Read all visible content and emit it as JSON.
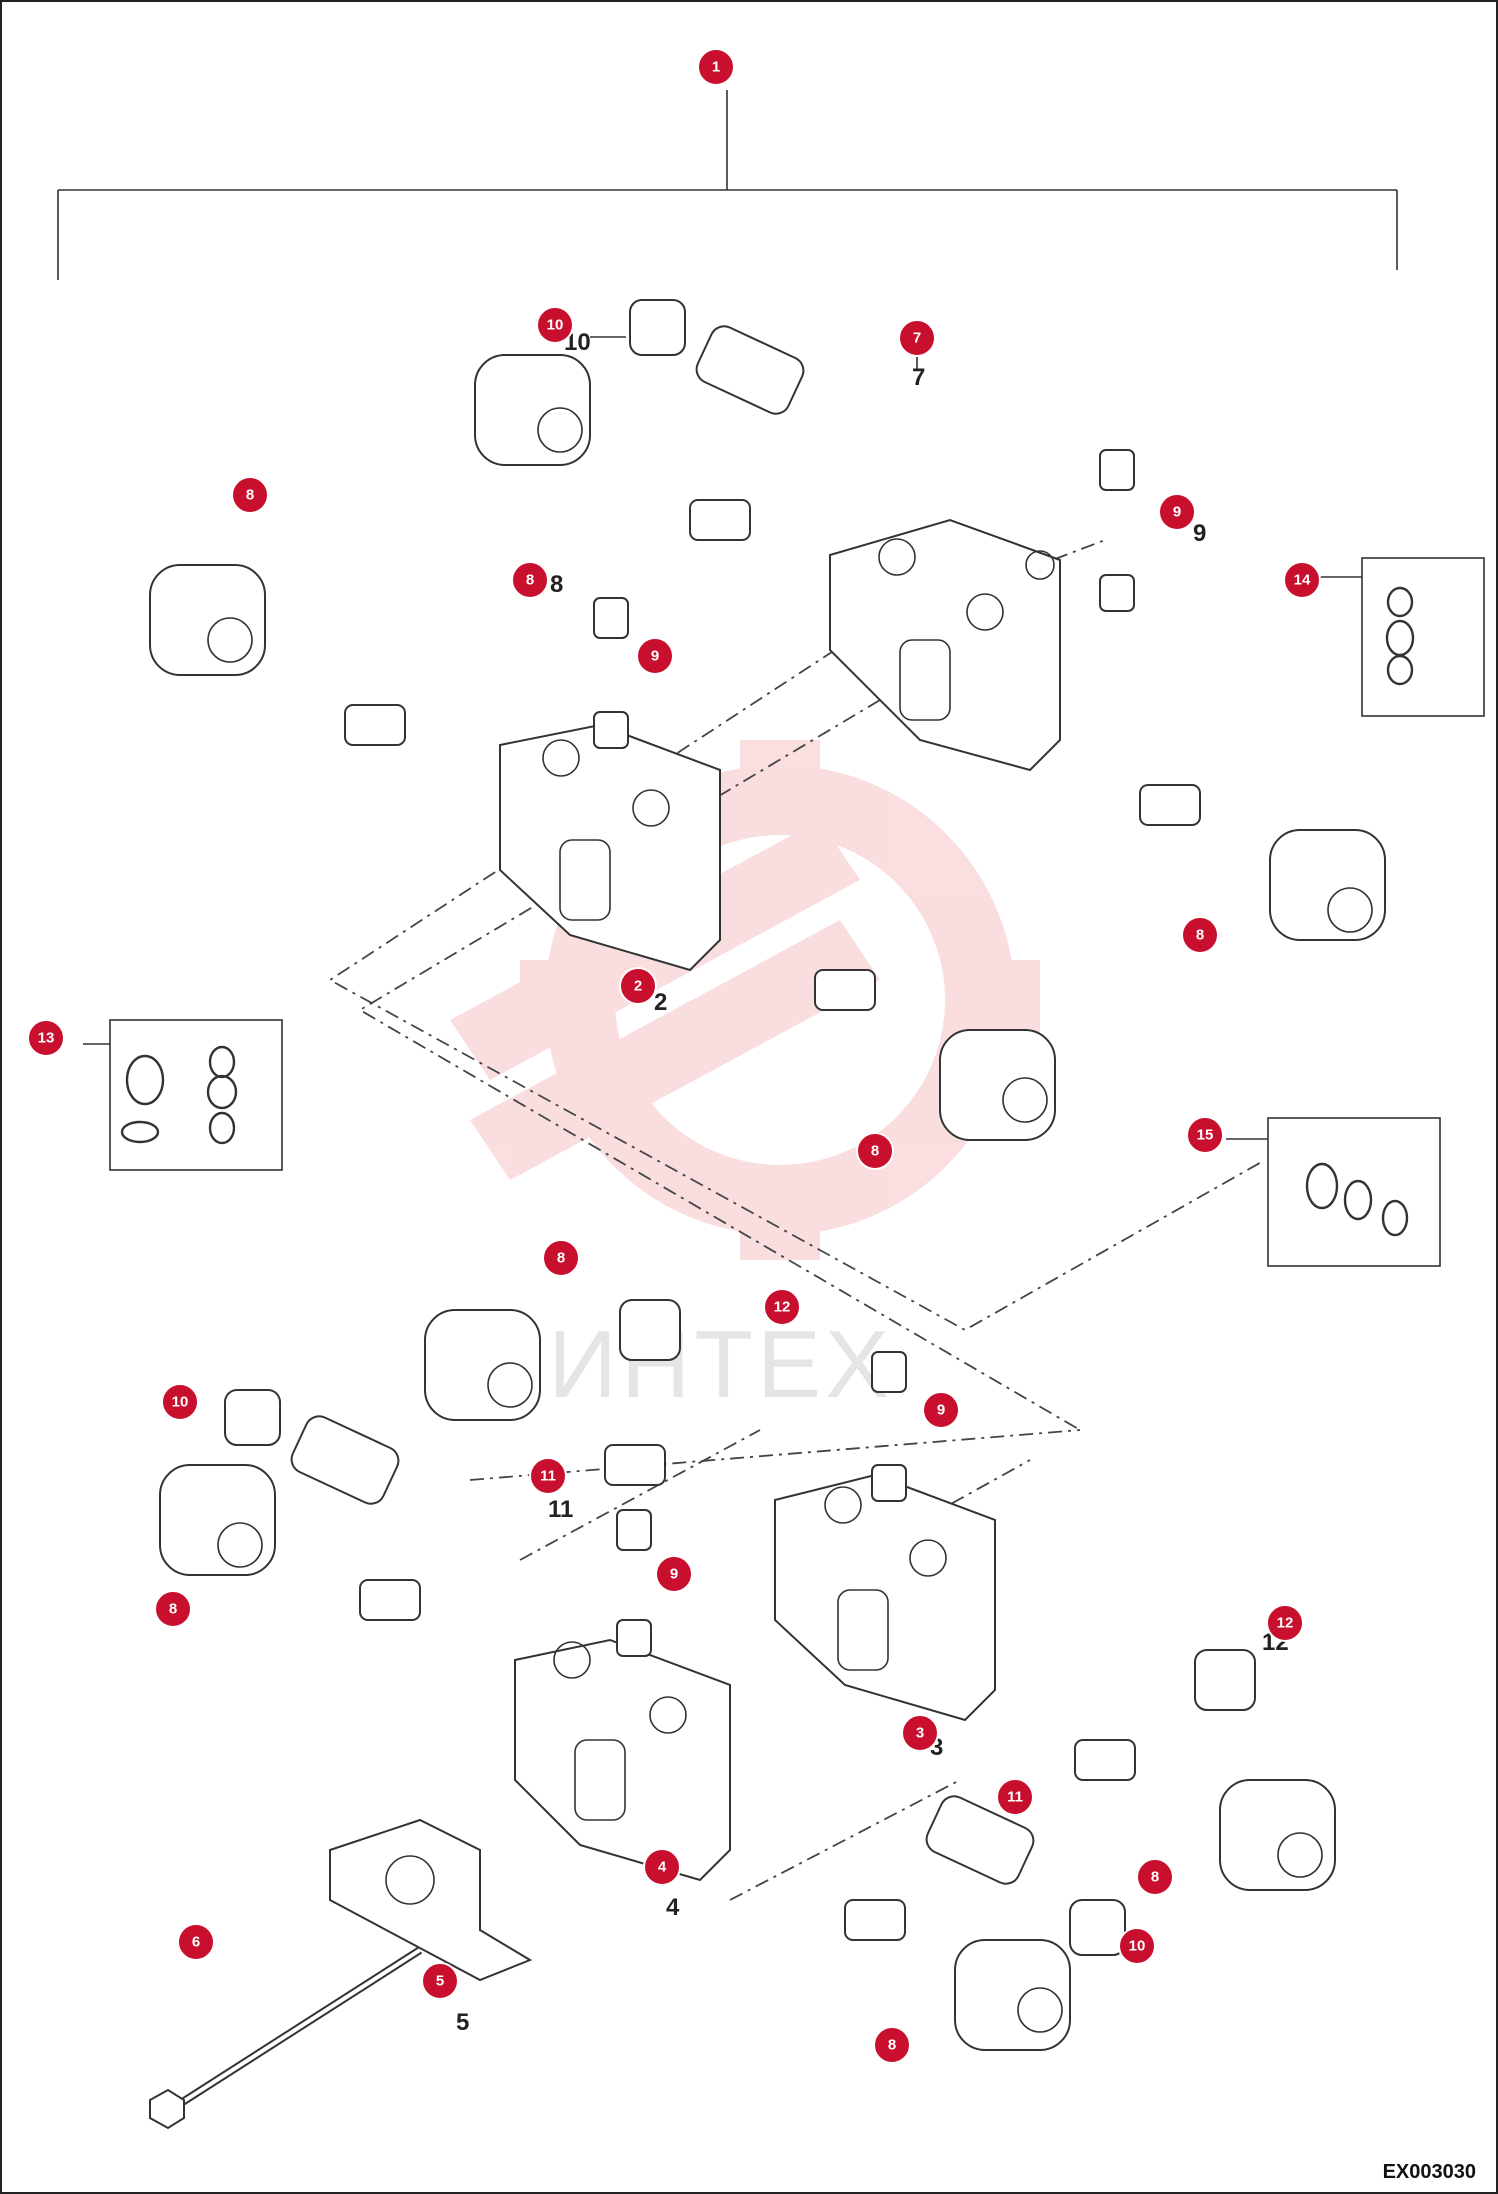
{
  "diagram": {
    "title": "",
    "drawing_code": "EX003030",
    "watermark_text": "ИНТЕХ",
    "callouts": [
      "1",
      "10",
      "7",
      "8",
      "9",
      "14",
      "13",
      "2",
      "15",
      "12",
      "11",
      "3",
      "4",
      "6",
      "5"
    ],
    "part_labels": [
      "10",
      "7",
      "8",
      "9",
      "2",
      "12",
      "11",
      "3",
      "4",
      "5"
    ]
  }
}
